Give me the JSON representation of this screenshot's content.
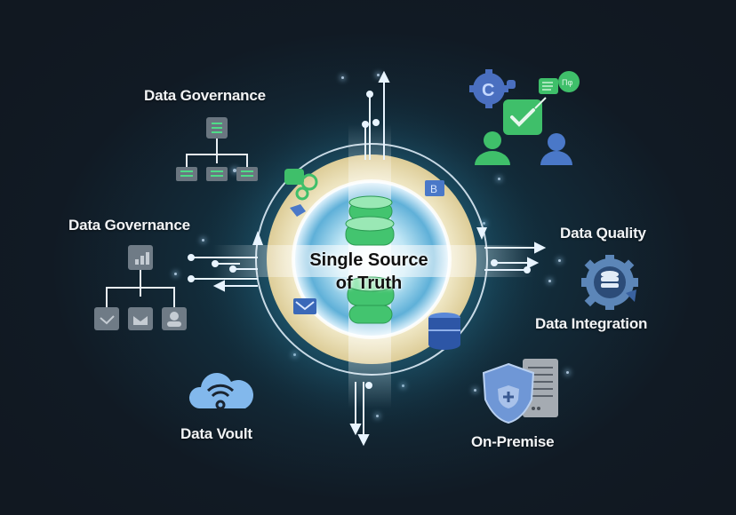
{
  "diagram": {
    "center": {
      "title_line1": "Single Source",
      "title_line2": "of Truth",
      "icon": "database-stack-icon"
    },
    "nodes": [
      {
        "id": "governance-top",
        "label": "Data Governance",
        "icon": "hierarchy-tree-icon"
      },
      {
        "id": "governance-left",
        "label": "Data Governance",
        "icon": "org-chart-icon"
      },
      {
        "id": "vault",
        "label": "Data Voult",
        "icon": "cloud-wifi-icon"
      },
      {
        "id": "quality",
        "label": "Data Quality",
        "icon": "team-approval-icon"
      },
      {
        "id": "integration",
        "label": "Data Integration",
        "icon": "gear-database-icon"
      },
      {
        "id": "on-premise",
        "label": "On-Premise",
        "icon": "shield-server-icon"
      }
    ],
    "colors": {
      "background": "#111a24",
      "glow": "#17475a",
      "ring": "#f3e3b0",
      "accent_green": "#3fbf6a",
      "accent_blue": "#4a78c8",
      "icon_gray": "#7d8a96",
      "label": "#f2f4f6"
    }
  }
}
